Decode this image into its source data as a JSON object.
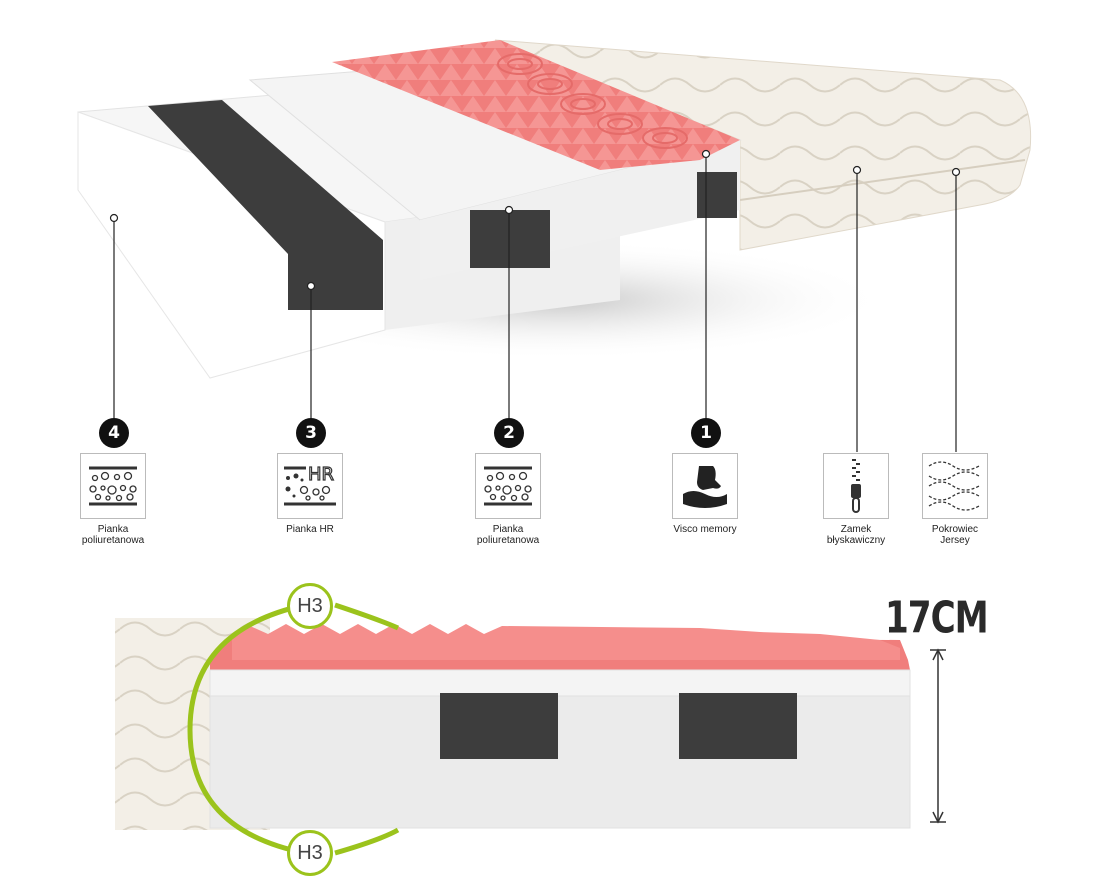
{
  "layers": [
    {
      "number": "4",
      "caption_lines": [
        "Pianka",
        "poliuretanowa"
      ],
      "icon": "foam-bubbles-icon"
    },
    {
      "number": "3",
      "caption_lines": [
        "Pianka HR",
        ""
      ],
      "icon": "hr-foam-icon",
      "icon_text": "HR"
    },
    {
      "number": "2",
      "caption_lines": [
        "Pianka",
        "poliuretanowa"
      ],
      "icon": "foam-bubbles-icon"
    },
    {
      "number": "1",
      "caption_lines": [
        "Visco memory",
        ""
      ],
      "icon": "hand-press-memory-icon"
    }
  ],
  "features": [
    {
      "caption_lines": [
        "Zamek",
        "błyskawiczny"
      ],
      "icon": "zipper-icon"
    },
    {
      "caption_lines": [
        "Pokrowiec",
        "Jersey"
      ],
      "icon": "jersey-fabric-icon"
    }
  ],
  "height_label": "17CM",
  "firmness": {
    "top": "H3",
    "bottom": "H3"
  },
  "colors": {
    "memory_foam": "#f27f7d",
    "hr_insert": "#3d3d3d",
    "foam": "#f2f2f2",
    "firmness_ring": "#9bc31c",
    "cover": "#f1ece3"
  }
}
